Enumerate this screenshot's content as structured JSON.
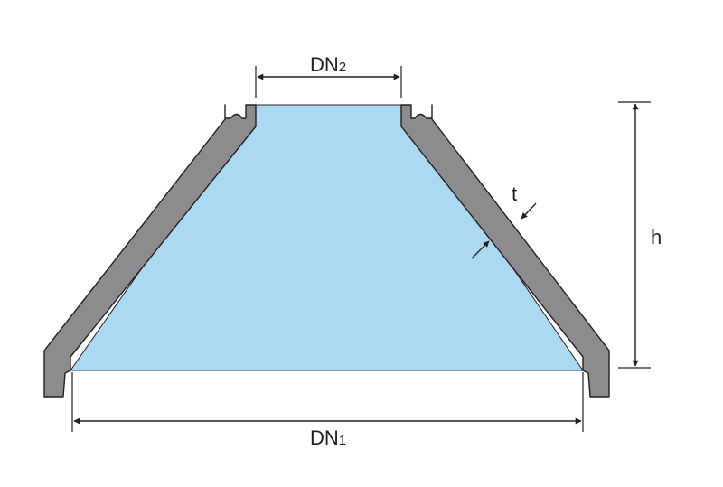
{
  "diagram": {
    "colors": {
      "wall": "#8c8c8e",
      "outline": "#231f20",
      "interior": "#acd9f2",
      "background": "#ffffff"
    },
    "labels": {
      "dn2": {
        "main": "DN",
        "sub": "2"
      },
      "dn1": {
        "main": "DN",
        "sub": "1"
      },
      "height": "h",
      "thickness": "t"
    }
  }
}
